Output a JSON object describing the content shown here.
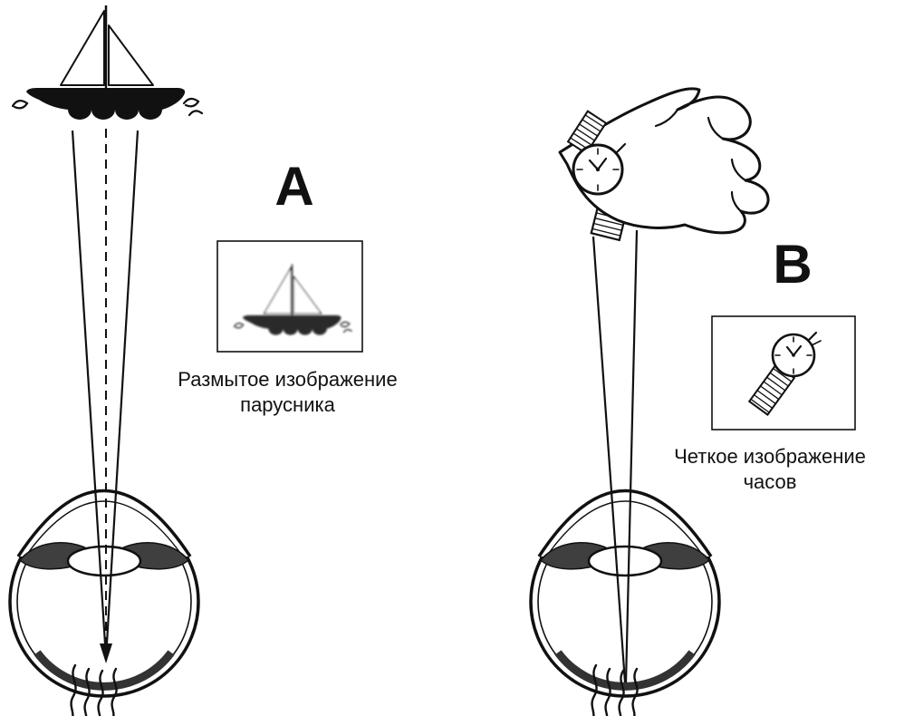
{
  "panel_a": {
    "label": "A",
    "caption_line1": "Размытое изображение",
    "caption_line2": "парусника"
  },
  "panel_b": {
    "label": "B",
    "caption_line1": "Четкое изображение",
    "caption_line2": "часов"
  },
  "colors": {
    "ink": "#111111",
    "iris": "#3f3f3f",
    "retina": "#333333",
    "background": "#ffffff"
  },
  "icons": {
    "panel_a_object": "sailboat-icon",
    "panel_a_inset": "blurry-sailboat-icon",
    "panel_b_object": "hand-watch-icon",
    "panel_b_inset": "watch-icon",
    "eye": "eye-cross-section",
    "focus_marker": "focus-arrow-icon",
    "rays": "light-rays"
  }
}
